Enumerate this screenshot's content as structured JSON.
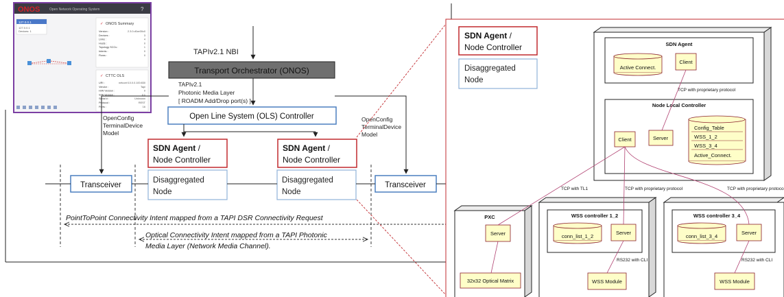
{
  "screenshot": {
    "logo": "ONOS",
    "header_text": "Open Network Operating System",
    "help": "?",
    "device_name": "127.0.0.1",
    "device_sub_1": "127.0.0.1",
    "device_sub_2": "Devices: 1",
    "summary_title": "ONOS Summary",
    "summary_rows": [
      {
        "k": "Version :",
        "v": "2.3.0.d0ce30c0"
      },
      {
        "k": "Devices :",
        "v": "3"
      },
      {
        "k": "Links :",
        "v": "4"
      },
      {
        "k": "Hosts :",
        "v": "0"
      },
      {
        "k": "Topology SCCs :",
        "v": "1"
      },
      {
        "k": "Intents :",
        "v": "0"
      },
      {
        "k": "Flows :",
        "v": "0"
      }
    ],
    "ols_title": "CTTC OLS",
    "ols_rows": [
      {
        "k": "URI :",
        "v": "netconf:10.0.0.100:830"
      },
      {
        "k": "Vendor :",
        "v": "Tapi"
      },
      {
        "k": "H/W Version :",
        "v": "0"
      },
      {
        "k": "S/W Version :",
        "v": "2.1"
      },
      {
        "k": "Serial # :",
        "v": "Unknown"
      },
      {
        "k": "Protocol :",
        "v": "REST"
      },
      {
        "k": "Ports :",
        "v": "16"
      }
    ]
  },
  "left": {
    "nbi_label": "TAPIv2.1 NBI",
    "orchestrator": "Transport Orchestrator (ONOS)",
    "tapi_line1": "TAPIv2.1",
    "tapi_line2": "Photonic Media Layer",
    "tapi_line3": "[ ROADM Add/Drop port(s) ]",
    "ols_controller": "Open Line System (OLS) Controller",
    "openconfig_left": [
      "OpenConfig",
      "TerminalDevice",
      "Model"
    ],
    "openconfig_right": [
      "OpenConfig",
      "TerminalDevice",
      "Model"
    ],
    "sdn_agent_bold": "SDN Agent",
    "sdn_agent_slash": " /",
    "node_controller": "Node Controller",
    "disaggregated_1": "Disaggregated",
    "disaggregated_2": "Node",
    "transceiver": "Transceiver",
    "p2p_intent": "PointToPoint Connectivity Intent mapped from a TAPI DSR Connectivity Request",
    "optical_intent_1": "Optical Connectivity Intent mapped from a TAPI Photonic",
    "optical_intent_2": "Media Layer (Network Media Channel)."
  },
  "right": {
    "legend_sdn_bold": "SDN Agent",
    "legend_sdn_slash": " /",
    "legend_node_controller": "Node Controller",
    "legend_disagg_1": "Disaggregated",
    "legend_disagg_2": "Node",
    "sdn_agent_title": "SDN Agent",
    "active_connect": "Active Connect.",
    "client": "Client",
    "tcp_proprietary": "TCP with proprietary protocol",
    "nlc_title": "Node Local Controller",
    "server": "Server",
    "db_rows": [
      "Config_Table",
      "WSS_1_2",
      "WSS_3_4",
      "Active_Connect."
    ],
    "tcp_tl1": "TCP with TL1",
    "pxc_title": "PXC",
    "wss12_title": "WSS controller 1_2",
    "wss34_title": "WSS controller 3_4",
    "conn_list_12": "conn_list_1_2",
    "conn_list_34": "conn_list_3_4",
    "rs232": "RS232 with CLI",
    "optical_matrix": "32x32 Optical Matrix",
    "wss_module": "WSS Module"
  }
}
